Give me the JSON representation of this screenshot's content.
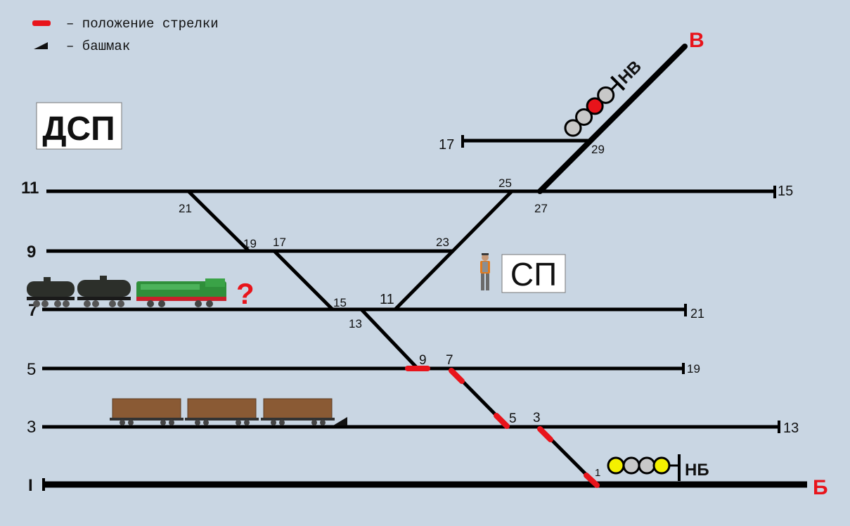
{
  "legend": {
    "switch_label": "– положение стрелки",
    "shoe_label": "– башмак"
  },
  "boxes": {
    "dsp": "ДСП",
    "sp": "СП"
  },
  "question_mark": "?",
  "tracks": {
    "t11": "11",
    "t9": "9",
    "t7": "7",
    "t5": "5",
    "t3": "3",
    "tI": "I"
  },
  "directions": {
    "v": "В",
    "b": "Б"
  },
  "signals": {
    "nv": "НВ",
    "nb": "НБ"
  },
  "end_labels": {
    "e17": "17",
    "e15": "15",
    "e21": "21",
    "e19": "19",
    "e13": "13"
  },
  "switches": {
    "s1": "1",
    "s3": "3",
    "s5": "5",
    "s7": "7",
    "s9": "9",
    "s11": "11",
    "s13": "13",
    "s15": "15",
    "s17": "17",
    "s19": "19",
    "s21": "21",
    "s23": "23",
    "s25": "25",
    "s27": "27",
    "s29": "29"
  },
  "colors": {
    "background": "#c9d6e3",
    "track": "#000000",
    "switch_marker": "#e8141b",
    "signal_red": "#e8141b",
    "signal_yellow": "#f4f000",
    "signal_off": "#c8c8c8",
    "direction_text": "#e8141b",
    "locomotive": "#2f8f3a",
    "boxcar": "#8a5a34",
    "tank": "#2c2f2a"
  }
}
